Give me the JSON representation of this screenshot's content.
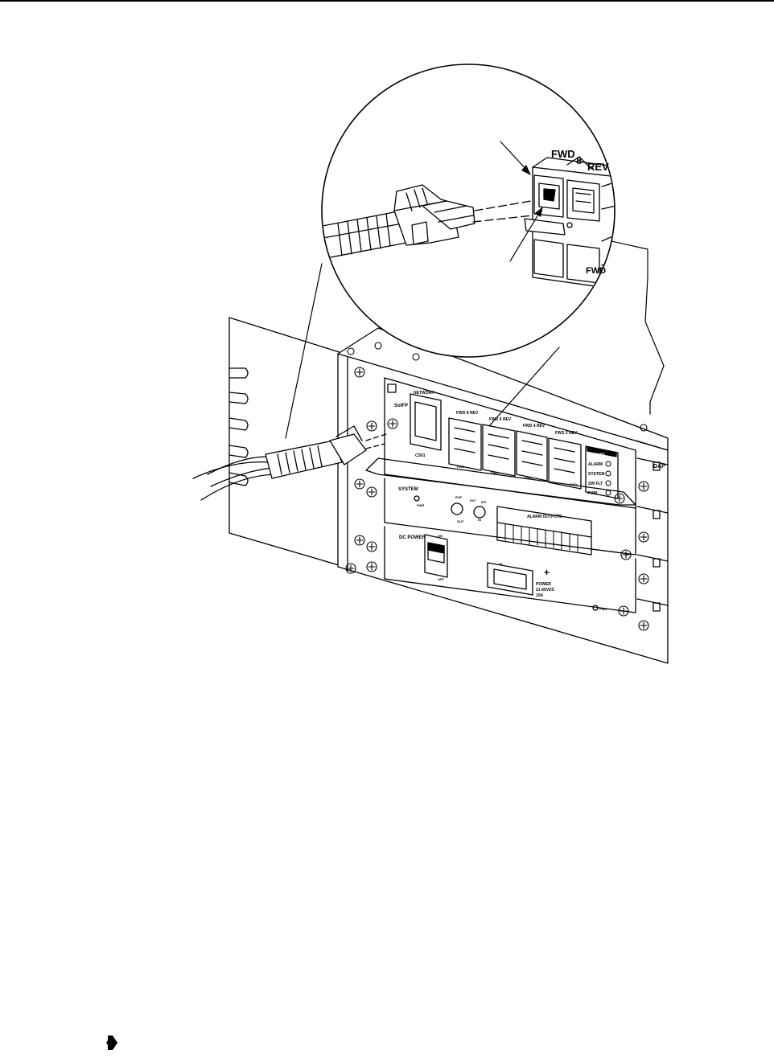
{
  "zoom": {
    "port_header_fwd": "FWD",
    "port_header_num": "8",
    "port_header_rev": "REV",
    "lower_port_fwd": "FWD"
  },
  "panel": {
    "network_label": "NETWORK",
    "sofp_label": "SoIFP",
    "cs01_label": "CS01",
    "port_headers": [
      "FWD 8 REV",
      "FWD 6 REV",
      "FWD 4 REV",
      "FWD 2 REV"
    ],
    "fwd_small": [
      "FWD",
      "FWD",
      "FWD",
      "FWD"
    ],
    "status_labels": [
      "ALARM",
      "SYSTEM",
      "SW FLT",
      "PWR"
    ],
    "danger_label": "DANGER",
    "system_label": "SYSTEM",
    "pwr_small": "PWR",
    "ext_labels": [
      "EXP",
      "EXT",
      "INT",
      "OUT",
      "IN"
    ],
    "alarm_outputs_label": "ALARM OUTPUTS",
    "dc_power_label": "DC POWER",
    "on_label": "ON",
    "off_label": "OFF",
    "minus": "−",
    "plus": "+",
    "power_label": "POWER",
    "power_volt": "21-60VDC",
    "power_amp": "10A",
    "pwr_led": "PWR",
    "side_card_label": "DAP"
  },
  "colors": {
    "ink": "#000000",
    "paper": "#ffffff"
  }
}
